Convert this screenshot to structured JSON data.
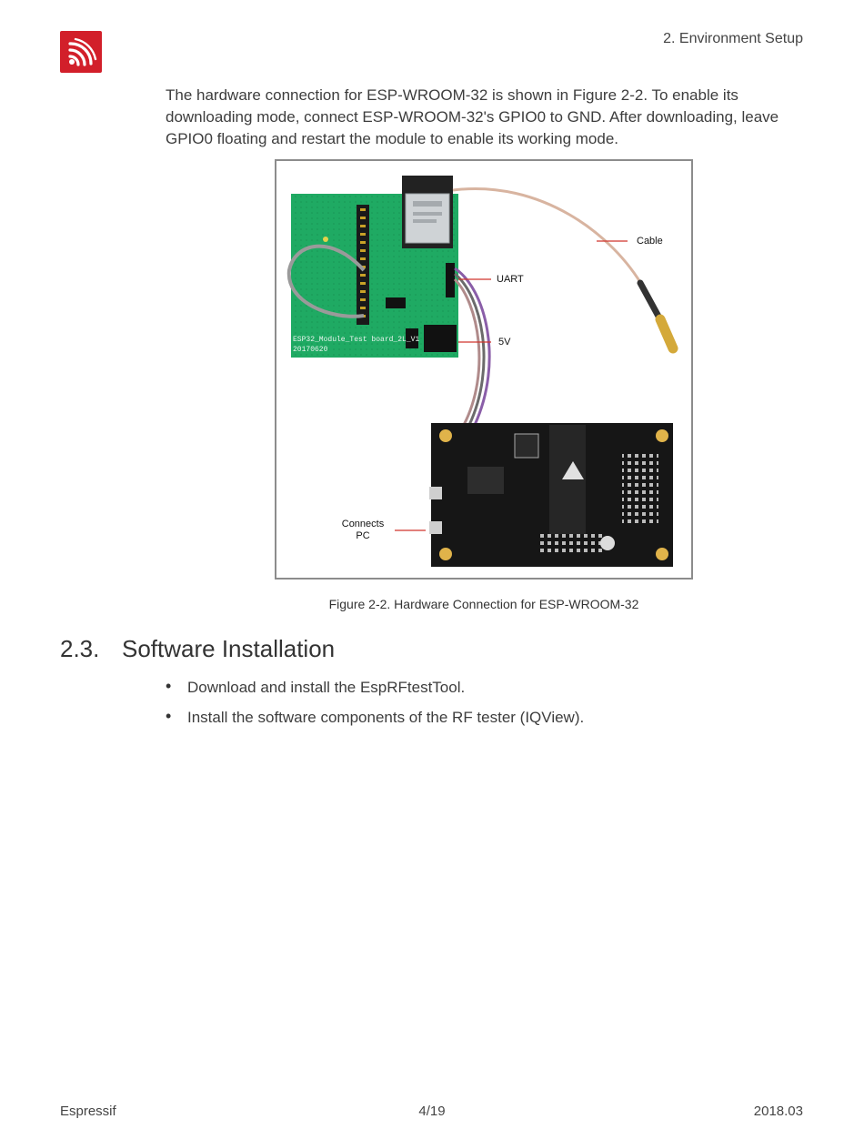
{
  "header": {
    "section": "2. Environment Setup"
  },
  "intro_text": "The hardware connection for ESP-WROOM-32 is shown in Figure 2-2. To enable its downloading mode, connect ESP-WROOM-32's GPIO0 to GND. After downloading, leave GPIO0 floating and restart the module to enable its working mode.",
  "figure": {
    "callouts": {
      "cable": "Cable",
      "uart": "UART",
      "five_v": "5V",
      "connects_line1": "Connects",
      "connects_line2": "PC"
    },
    "board_silkscreen_line1": "ESP32_Module_Test board_2L_V1",
    "board_silkscreen_line2": "20170620",
    "caption": "Figure 2-2. Hardware Connection for ESP-WROOM-32"
  },
  "section": {
    "number": "2.3.",
    "title": "Software Installation",
    "bullets": [
      "Download and install the EspRFtestTool.",
      "Install the software components of the RF tester (IQView)."
    ]
  },
  "footer": {
    "company": "Espressif",
    "page": "4/19",
    "date": "2018.03"
  },
  "colors": {
    "brand_red": "#d21f2a",
    "callout_line": "#d0342c",
    "pcb_green": "#1faa63",
    "pcb_black": "#161616"
  }
}
